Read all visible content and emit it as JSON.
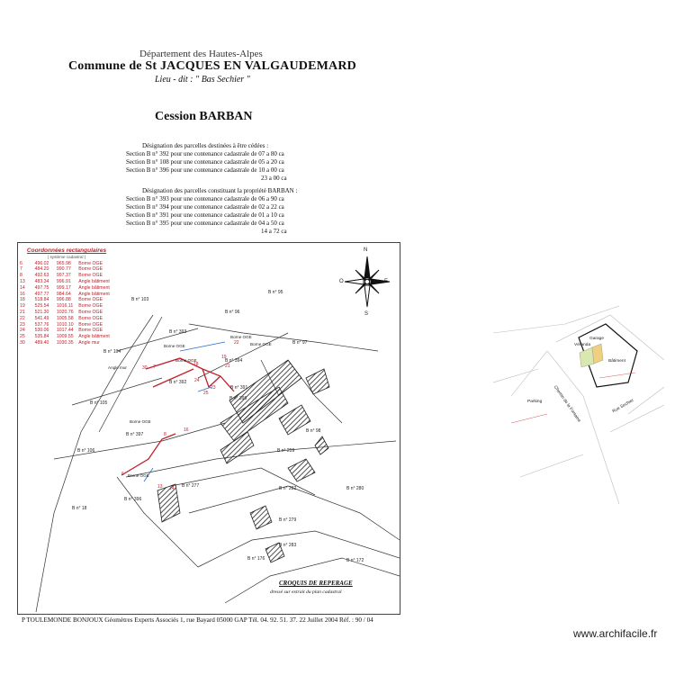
{
  "header": {
    "departement": "Département des Hautes-Alpes",
    "commune": "Commune  de St JACQUES EN VALGAUDEMARD",
    "lieu_dit": "Lieu  - dit : \" Bas Sechier \""
  },
  "title": "Cession BARBAN",
  "designation_a": {
    "heading": "Désignation des parcelles destinées à être cédées :",
    "lines": [
      "Section B n° 392 pour une contenance cadastrale de 07 a 80 ca",
      "Section B n° 108 pour une contenance cadastrale de 05 a 20 ca",
      "Section B n° 396 pour une contenance cadastrale de 10 a 00 ca"
    ],
    "total": "23 a 00 ca"
  },
  "designation_b": {
    "heading": "Désignation des parcelles constituant la propriété BARBAN :",
    "lines": [
      "Section B n° 393 pour une contenance cadastrale de 06 a 90 ca",
      "Section B n° 394 pour une contenance cadastrale de 02 a 22 ca",
      "Section B n° 391 pour une contenance cadastrale de 01 a 10 ca",
      "Section B n° 395 pour une contenance cadastrale de 04 a 50 ca"
    ],
    "total": "14 a 72 ca"
  },
  "coordinates": {
    "title": "Coordonnées rectangulaires",
    "subtitle": "( système cadastral )",
    "rows": [
      [
        "6",
        "496.02",
        "965.98",
        "Borne OGE"
      ],
      [
        "7",
        "484.20",
        "990.77",
        "Borne OGE"
      ],
      [
        "8",
        "492.63",
        "997.37",
        "Borne OGE"
      ],
      [
        "13",
        "483.34",
        "996.91",
        "Angle bâtiment"
      ],
      [
        "14",
        "497.75",
        "999.17",
        "Angle bâtiment"
      ],
      [
        "16",
        "497.77",
        "984.64",
        "Angle bâtiment"
      ],
      [
        "18",
        "518.84",
        "996.88",
        "Borne OGE"
      ],
      [
        "19",
        "525.54",
        "1016.11",
        "Borne OGE"
      ],
      [
        "21",
        "521.30",
        "1020.76",
        "Borne OGE"
      ],
      [
        "22",
        "541.49",
        "1005.58",
        "Borne OGE"
      ],
      [
        "23",
        "537.76",
        "1010.10",
        "Borne OGE"
      ],
      [
        "24",
        "530.06",
        "1017.44",
        "Borne OGE"
      ],
      [
        "25",
        "535.84",
        "1009.55",
        "Angle bâtiment"
      ],
      [
        "30",
        "489.40",
        "1030.35",
        "Angle mur"
      ]
    ]
  },
  "map": {
    "compass": {
      "n": "N",
      "s": "S",
      "e": "E",
      "o": "O"
    },
    "parcels": [
      "B n° 103",
      "B n° 96",
      "B n° 95",
      "B n° 104",
      "B n° 393",
      "B n° 392",
      "B n° 105",
      "B n° 394",
      "B n° 391",
      "B n° 395",
      "B n° 397",
      "B n° 396",
      "B n° 106",
      "B n° 277",
      "B n° 18",
      "B n° 259",
      "B n° 97",
      "B n° 98",
      "B n° 280",
      "B n° 282",
      "B n° 283",
      "B n° 279",
      "B n° 172",
      "B n° 176"
    ],
    "markers": [
      "Borne OGE",
      "Borne OGE",
      "Borne OGE",
      "Borne OGE",
      "Borne OGE",
      "Borne OGE",
      "Angle mur"
    ],
    "points": [
      "6",
      "7",
      "8",
      "13",
      "14",
      "16",
      "18",
      "19",
      "21",
      "22",
      "23",
      "24",
      "25",
      "30"
    ],
    "croquis": "CROQUIS  DE REPERAGE",
    "croquis_sub": "dressé sur extrait du plan cadastral"
  },
  "footer": "P TOULEMONDE BONJOUX   Géomètres Experts Associés  1, rue Bayard 05000 GAP  Tél. 04. 92. 51. 37. 22  Juillet 2004   Réf. : 90 / 04",
  "plan": {
    "labels": [
      "Véranda",
      "Garage",
      "Bâtiment",
      "Parking",
      "Chemin de la Fontaine",
      "Rue Sechier"
    ]
  },
  "watermark": "www.archifacile.fr",
  "colors": {
    "red": "#c0202a",
    "blue": "#2a6fd0",
    "hatch": "#222"
  }
}
